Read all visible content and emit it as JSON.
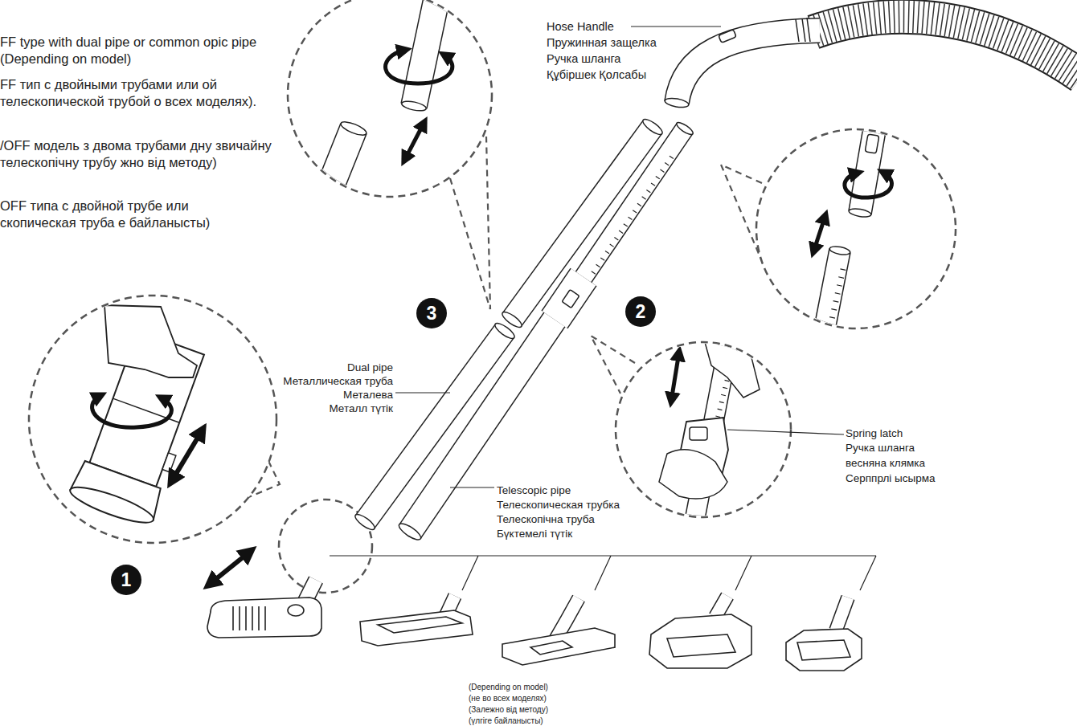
{
  "diagram": {
    "nodes": [
      {
        "text": [
          "3"
        ]
      },
      {
        "text": [
          "2"
        ]
      },
      {
        "text": [
          "1"
        ]
      }
    ],
    "labels": [
      "FF type with dual pipe or common opic pipe (Depending on model)",
      "FF тип с двойными трубами или ой телескопической трубой о всех моделях).",
      "/OFF модель з двома трубами дну звичайну телескопічну трубу жно від методу)",
      "OFF типа с двойной трубе или скопическая труба е байланысты)",
      "Hose Handle",
      "Пружинная защелка",
      "Ручка шланга",
      "Құбіршек Қолсабы",
      "Dual pipe",
      "Металлическая труба",
      "Металева",
      "Металл түтік",
      "Telescopic pipe",
      "Телескопическая трубка",
      "Телескопічна труба",
      "Бүктемелі түтік",
      "Spring latch",
      "Ручка шланга",
      "весняна клямка",
      "Серппрлі ысырма",
      "(Depending on model)",
      "(не во всех моделях)",
      "(Залежно від методу)",
      "(үлгіге байланысты)"
    ]
  }
}
